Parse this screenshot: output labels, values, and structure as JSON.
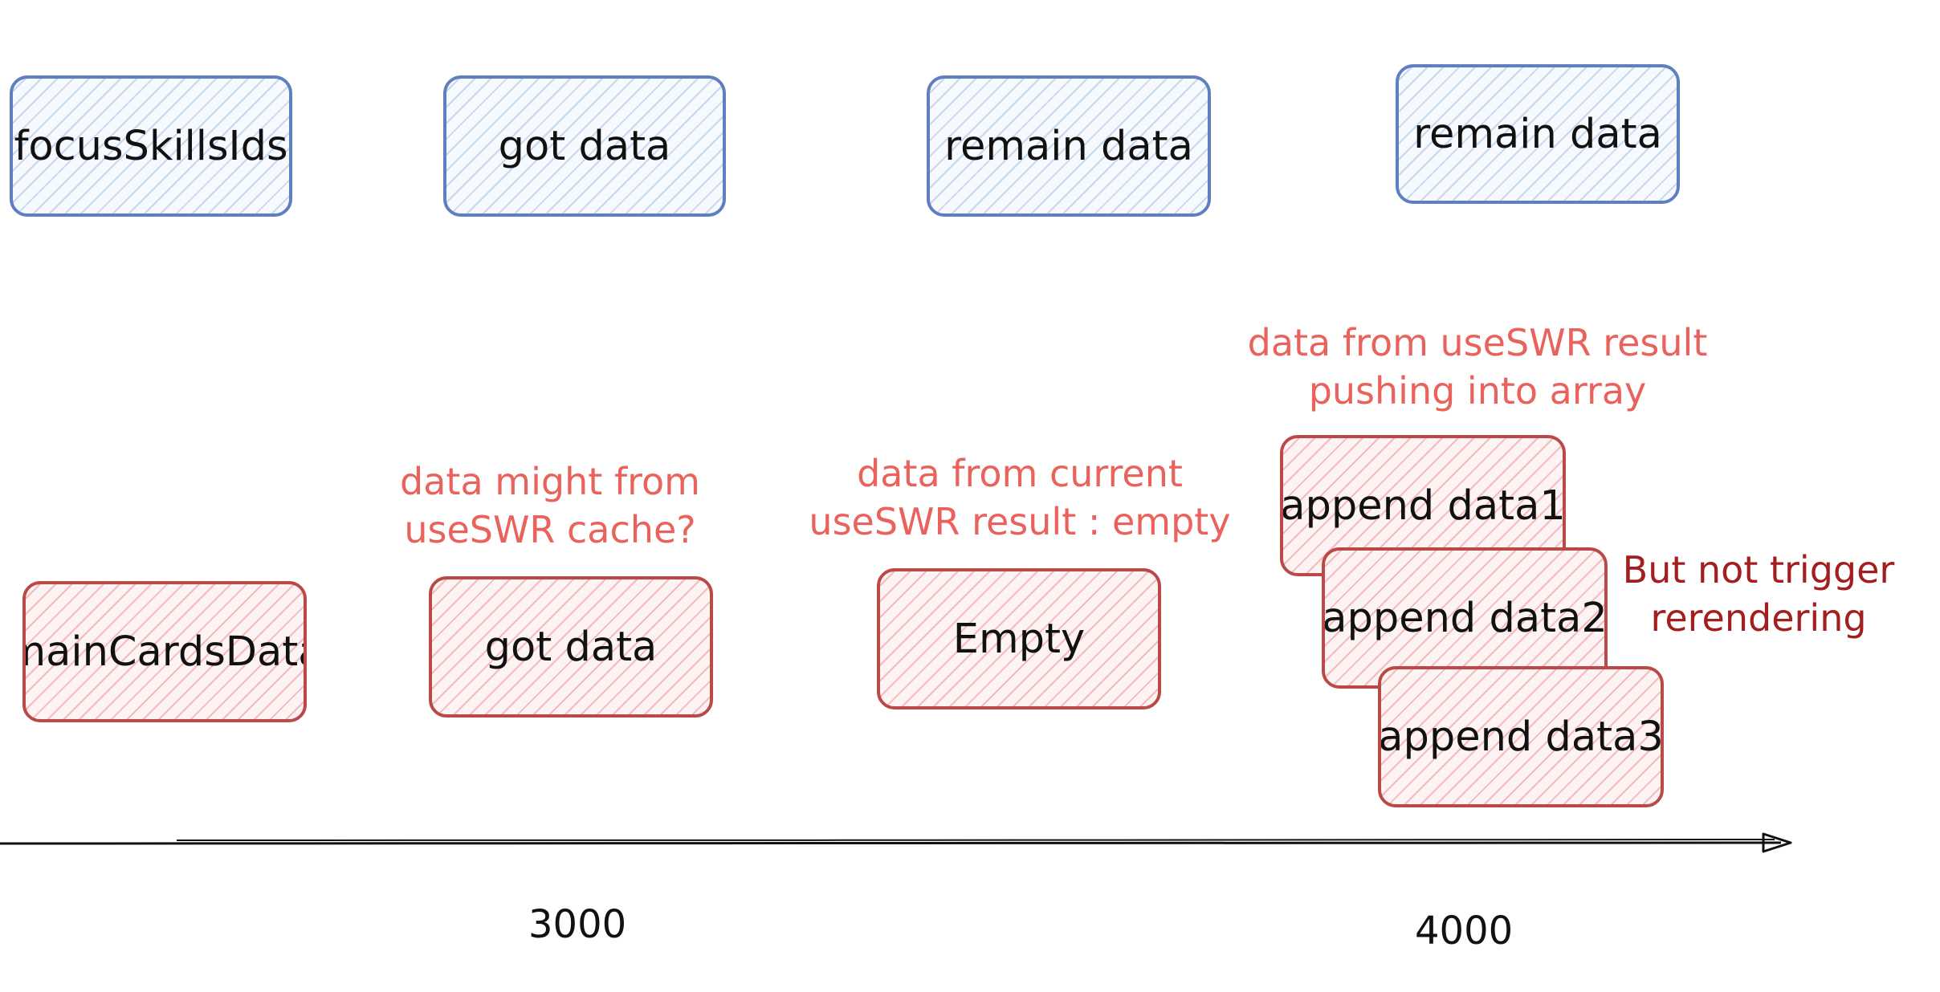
{
  "top_row": [
    {
      "label": "focusSkillsIds"
    },
    {
      "label": "got data"
    },
    {
      "label": "remain data"
    },
    {
      "label": "remain data"
    }
  ],
  "bottom_row": [
    {
      "label": "mainCardsData"
    },
    {
      "label": "got data"
    },
    {
      "label": "Empty"
    },
    {
      "label": "append data1"
    },
    {
      "label": "append data2"
    },
    {
      "label": "append data3"
    }
  ],
  "annotations": {
    "cache_note": [
      "data might from",
      "useSWR cache?"
    ],
    "empty_note": [
      "data from current",
      "useSWR result : empty"
    ],
    "push_note": [
      "data from useSWR result",
      "pushing into array"
    ],
    "rerender_note": [
      "But not trigger",
      "rerendering"
    ]
  },
  "timeline": {
    "ticks": [
      "3000",
      "4000"
    ]
  },
  "colors": {
    "blue_stroke": "#5f7fbf",
    "red_stroke": "#b94a48",
    "note_light": "#e9625c",
    "note_dark": "#a31f1f"
  }
}
